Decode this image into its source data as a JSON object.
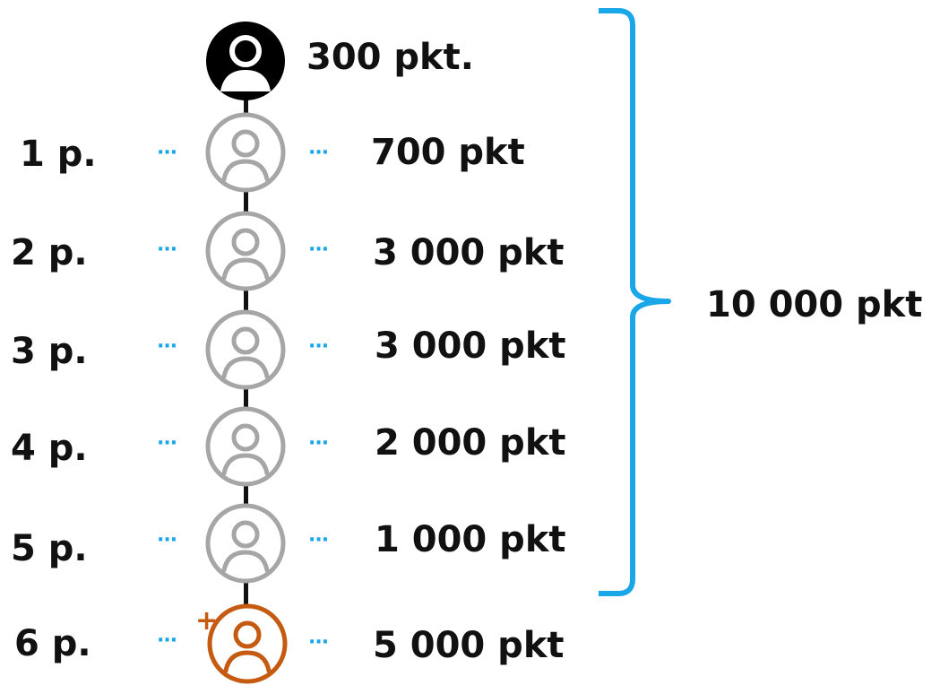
{
  "root": {
    "points": "300 pkt."
  },
  "levels": [
    {
      "level": "1 p.",
      "points": "700 pkt"
    },
    {
      "level": "2 p.",
      "points": "3 000 pkt"
    },
    {
      "level": "3 p.",
      "points": "3 000 pkt"
    },
    {
      "level": "4 p.",
      "points": "2 000 pkt"
    },
    {
      "level": "5 p.",
      "points": "1 000 pkt"
    },
    {
      "level": "6 p.",
      "points": "5 000 pkt",
      "marker": "+"
    }
  ],
  "dots": "···",
  "total": {
    "label": "10 000 pkt"
  },
  "colors": {
    "root_avatar": "#000000",
    "avatar_outline": "#a6a6a6",
    "highlight_avatar": "#c55a11",
    "accent_dots": "#1aa7e8",
    "brace": "#1aa7e8",
    "connector": "#111111"
  },
  "icons": {
    "root": "user-filled-icon",
    "member": "user-outline-icon",
    "new_member": "user-outline-highlight-icon"
  }
}
